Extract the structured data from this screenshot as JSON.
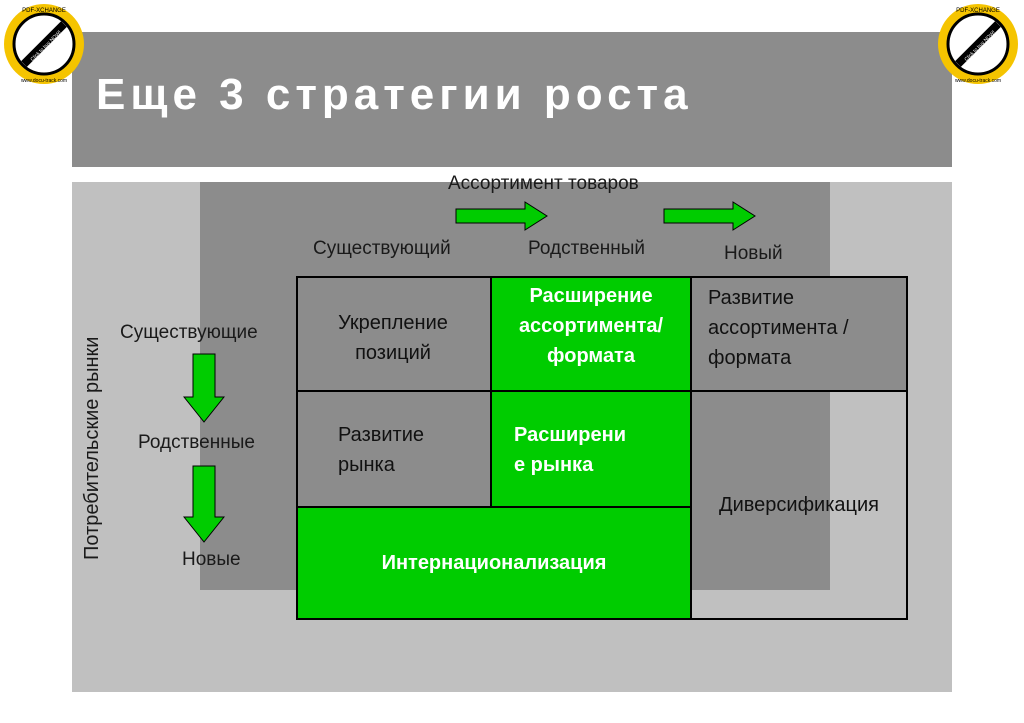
{
  "watermark": {
    "line1": "PDF-XCHANGE",
    "line2": "Click to buy NOW!",
    "line3": "www.docu-track.com"
  },
  "title": "Еще 3 стратегии роста",
  "axes": {
    "x_title": "Ассортимент товаров",
    "y_title": "Потребительские рынки",
    "columns": [
      "Существующий",
      "Родственный",
      "Новый"
    ],
    "rows": [
      "Существующие",
      "Родственные",
      "Новые"
    ]
  },
  "cells": {
    "ukreplenie": "Укрепление позиций",
    "rasshirenie_assortimenta": "Расширение ассортимента/ формата",
    "razvitie_assortimenta": "Развитие ассортимента /формата",
    "razvitie_rynka": "Развитие рынка",
    "rasshirenie_rynka": "Расширени е рынка",
    "diversifikaciya": "Диверсификация",
    "internacionalizaciya": "Интернационализация"
  },
  "colors": {
    "green": "#00cc00",
    "cell_gray": "#8c8c8c",
    "cell_light": "#c0c0c0"
  }
}
